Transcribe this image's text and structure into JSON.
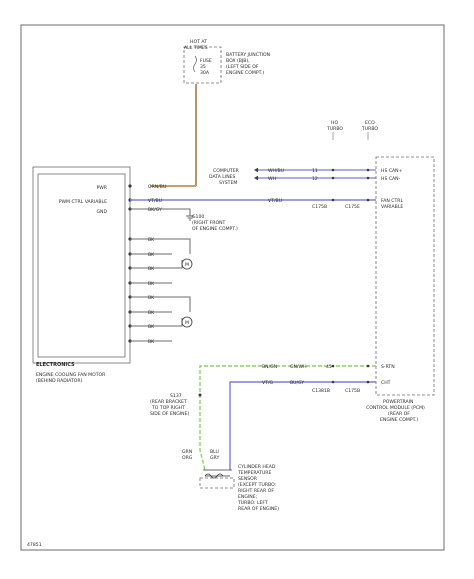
{
  "colors": {
    "frame": "#6b6b6b",
    "wire_orange": "#c9a06a",
    "wire_blue": "#7d7dd6",
    "wire_green": "#8fcf6a",
    "wire_black": "#6b6b6b",
    "text": "#2b2b2b"
  },
  "fuse_block": {
    "header": "HOT AT ALL TIMES",
    "fuse": "FUSE 35 30A",
    "location": [
      "BATTERY JUNCTION",
      "BOX (BJB),",
      "(LEFT SIDE OF",
      "ENGINE COMPT.)"
    ]
  },
  "connector_labels": {
    "left_num": "HO TURBO",
    "right_num": "ECO TURBO"
  },
  "module_pins": [
    "PWR",
    "PWM CTRL VARIABLE",
    "GND"
  ],
  "wires": {
    "orange": "ORN/BU",
    "violet": "VT/BU",
    "black": "BK/GY"
  },
  "can_bus": {
    "system_label": [
      "COMPUTER",
      "DATA LINES",
      "SYSTEM"
    ],
    "wire_can_hi": "WH/BU",
    "wire_can_lo": "WH",
    "pin_hi": "11",
    "pin_lo": "12",
    "fan_wire": "VT/BU",
    "fan_pin": "C175B",
    "fan_pin2": "C175E",
    "pcm_can_hi": "HS CAN+",
    "pcm_can_lo": "HS CAN-",
    "pcm_fan": "FAN CTRL VARIABLE"
  },
  "ground": {
    "label": [
      "G100",
      "(RIGHT FRONT",
      "OF ENGINE COMPT.)"
    ]
  },
  "motors": {
    "wire": "BK",
    "m1": "M",
    "m2": "M"
  },
  "fan_module": {
    "name": "ELECTRONICS",
    "caption": [
      "ENGINE COOLING FAN MOTOR",
      "(BEHIND RADIATOR)"
    ]
  },
  "sensor_circuit": {
    "top_wire": "BN/GN",
    "top_wire2": "GN/WH",
    "top_pin": "45",
    "pcm_pin_label": "S-RTN",
    "bottom_wire": "VT/G",
    "bottom_wire2": "BU/GY",
    "bottom_pin": "C1381B",
    "bottom_pin2": "C175B",
    "pcm_chtp": "CHT",
    "splice_label": [
      "S137",
      "(REAR BRACKET",
      "TO TOP RIGHT",
      "SIDE OF ENGINE)"
    ],
    "left_wire": "GRN ORG",
    "right_wire": "BLU GRY",
    "sensor_label": [
      "CYLINDER HEAD",
      "TEMPERATURE",
      "SENSOR",
      "(EXCEPT TURBO:",
      "RIGHT REAR OF",
      "ENGINE;",
      "TURBO: LEFT",
      "REAR OF ENGINE)"
    ]
  },
  "pcm": {
    "caption": [
      "POWERTRAIN",
      "CONTROL MODULE (PCM)",
      "(REAR OF",
      "ENGINE COMPT.)"
    ]
  },
  "footer_id": "47851"
}
